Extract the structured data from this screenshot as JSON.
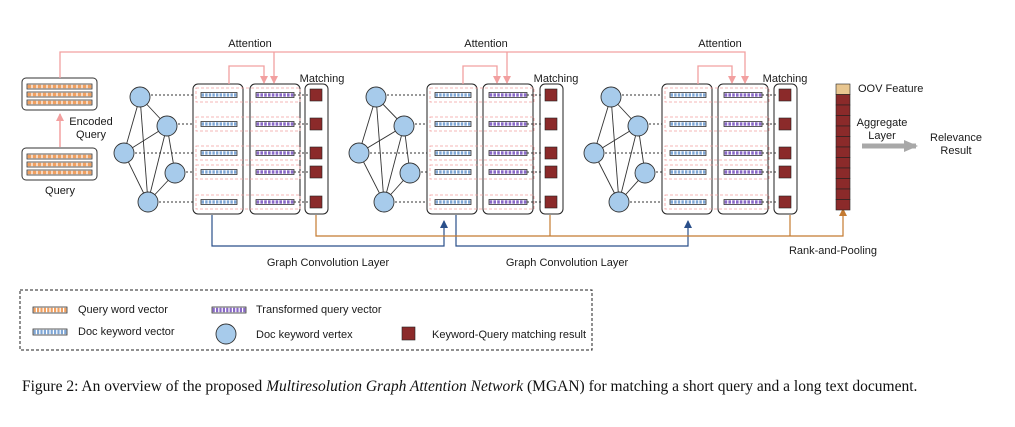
{
  "diagram": {
    "labels": {
      "attention": "Attention",
      "matching": "Matching",
      "encoded_query_line1": "Encoded",
      "encoded_query_line2": "Query",
      "query": "Query",
      "oov_feature": "OOV Feature",
      "aggregate_line1": "Aggregate",
      "aggregate_line2": "Layer",
      "relevance_line1": "Relevance",
      "relevance_line2": "Result",
      "graph_conv": "Graph Convolution Layer",
      "rank_pooling": "Rank-and-Pooling"
    },
    "legend": {
      "query_word_vector": "Query word vector",
      "doc_keyword_vector": "Doc keyword vector",
      "transformed_query_vector": "Transformed query vector",
      "doc_keyword_vertex": "Doc keyword vertex",
      "matching_result": "Keyword-Query matching result"
    },
    "colors": {
      "query_orange": "#f0a060",
      "attention_pink": "#f2a0a0",
      "doc_blue": "#7fa7d6",
      "transformed_purple": "#8a6ac8",
      "vertex_fill": "#a7cbeb",
      "matching_red": "#8b2a2a",
      "oov_tan": "#e8c690",
      "graph_blue_line": "#2a4f8a",
      "pool_orange_line": "#c47a30",
      "aggregate_arrow": "#a8a8a8"
    }
  },
  "caption": {
    "prefix": "Figure 2: An overview of the proposed ",
    "emphasis": "Multiresolution Graph Attention Network",
    "suffix": " (MGAN) for matching a short query and a long text document."
  }
}
